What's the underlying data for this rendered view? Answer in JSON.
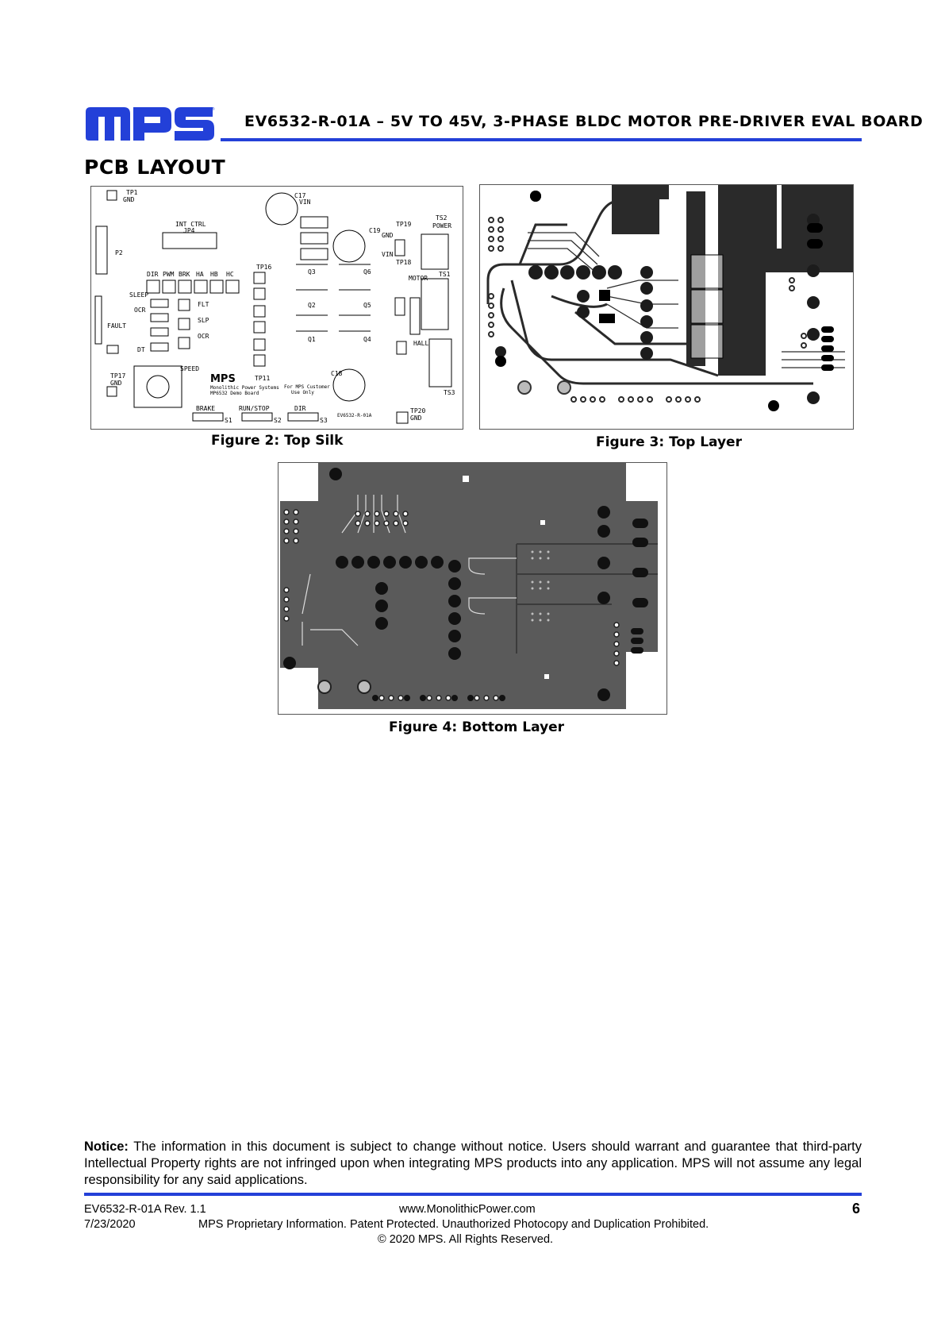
{
  "header": {
    "logo_text": "MPS",
    "title": "EV6532-R-01A – 5V TO 45V, 3-PHASE BLDC MOTOR PRE-DRIVER EVAL BOARD"
  },
  "section_title": "PCB LAYOUT",
  "figures": {
    "top_silk": {
      "caption": "Figure 2: Top Silk",
      "labels": {
        "tp1": "TP1",
        "gnd1": "GND",
        "int_ctrl": "INT CTRL",
        "jp4": "JP4",
        "vin1": "VIN",
        "tp19": "TP19",
        "gnd2": "GND",
        "vin2": "VIN",
        "tp18": "TP18",
        "ts2": "TS2",
        "power": "POWER",
        "p2": "P2",
        "dir": "DIR",
        "pwm": "PWM",
        "brk": "BRK",
        "ha": "HA",
        "hb": "HB",
        "hc": "HC",
        "sleep": "SLEEP",
        "ocr": "OCR",
        "fault": "FAULT",
        "dt": "DT",
        "flt": "FLT",
        "slp": "SLP",
        "ocr2": "OCR",
        "speed": "SPEED",
        "tp16": "TP16",
        "tp11": "TP11",
        "tp17": "TP17",
        "gnd3": "GND",
        "motor": "MOTOR",
        "hall": "HALL",
        "ts1": "TS1",
        "ts3": "TS3",
        "q1": "Q1",
        "q2": "Q2",
        "q3": "Q3",
        "q4": "Q4",
        "q5": "Q5",
        "q6": "Q6",
        "c17": "C17",
        "c18": "C18",
        "c19": "C19",
        "tp20": "TP20",
        "gnd4": "GND",
        "brake": "BRAKE",
        "run_stop": "RUN/STOP",
        "dir2": "DIR",
        "s1": "S1",
        "s2": "S2",
        "s3": "S3",
        "mps_small": "MPS",
        "company": "Monolithic Power Systems",
        "demo": "MP6532 Demo Board",
        "customer1": "For MPS Customer",
        "customer2": "Use Only",
        "board_id": "EV6532-R-01A"
      }
    },
    "top_layer": {
      "caption": "Figure 3: Top Layer"
    },
    "bottom_layer": {
      "caption": "Figure 4: Bottom Layer"
    }
  },
  "notice": {
    "label": "Notice:",
    "text": "The information in this document is subject to change without notice. Users should warrant and guarantee that third-party Intellectual Property rights are not infringed upon when integrating MPS products into any application. MPS will not assume any legal responsibility for any said applications."
  },
  "footer": {
    "revision": "EV6532-R-01A Rev. 1.1",
    "date": "7/23/2020",
    "website": "www.MonolithicPower.com",
    "proprietary": "MPS Proprietary Information. Patent Protected. Unauthorized Photocopy and Duplication Prohibited.",
    "copyright": "© 2020 MPS. All Rights Reserved.",
    "page_number": "6"
  },
  "colors": {
    "brand_blue": "#2340d8",
    "copper_dark": "#2a2a2a",
    "copper_gray": "#5a5a5a"
  }
}
